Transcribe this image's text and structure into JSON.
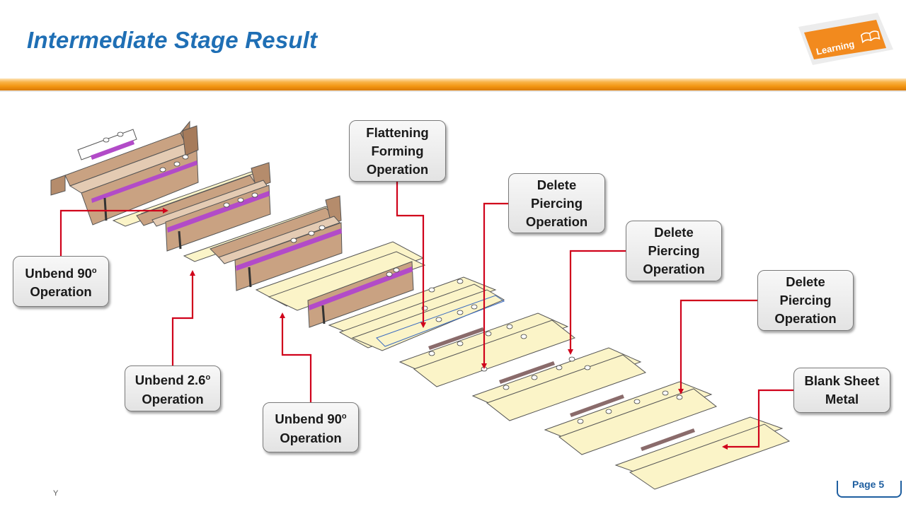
{
  "header": {
    "title": "Intermediate Stage Result"
  },
  "logo": {
    "text": "Learning",
    "icon": "open-book-icon"
  },
  "callouts": {
    "unbend90_left": {
      "line1": "Unbend 90",
      "sup": "o",
      "line2": "Operation"
    },
    "unbend26": {
      "line1": "Unbend 2.6",
      "sup": "o",
      "line2": "Operation"
    },
    "unbend90_bottom": {
      "line1": "Unbend 90",
      "sup": "o",
      "line2": "Operation"
    },
    "flattening": {
      "line1": "Flattening",
      "line2": "Forming",
      "line3": "Operation"
    },
    "delete1": {
      "line1": "Delete",
      "line2": "Piercing",
      "line3": "Operation"
    },
    "delete2": {
      "line1": "Delete",
      "line2": "Piercing",
      "line3": "Operation"
    },
    "delete3": {
      "line1": "Delete",
      "line2": "Piercing",
      "line3": "Operation"
    },
    "blank": {
      "line1": "Blank Sheet",
      "line2": "Metal"
    }
  },
  "footer": {
    "page": "Page 5",
    "mark": "Y"
  },
  "colors": {
    "title": "#1F6FB5",
    "arrow": "#D0021B",
    "bracket": "#A8744F",
    "flat": "#FBF4C8",
    "purple": "#B24BC8",
    "logo": "#F28A1E"
  }
}
